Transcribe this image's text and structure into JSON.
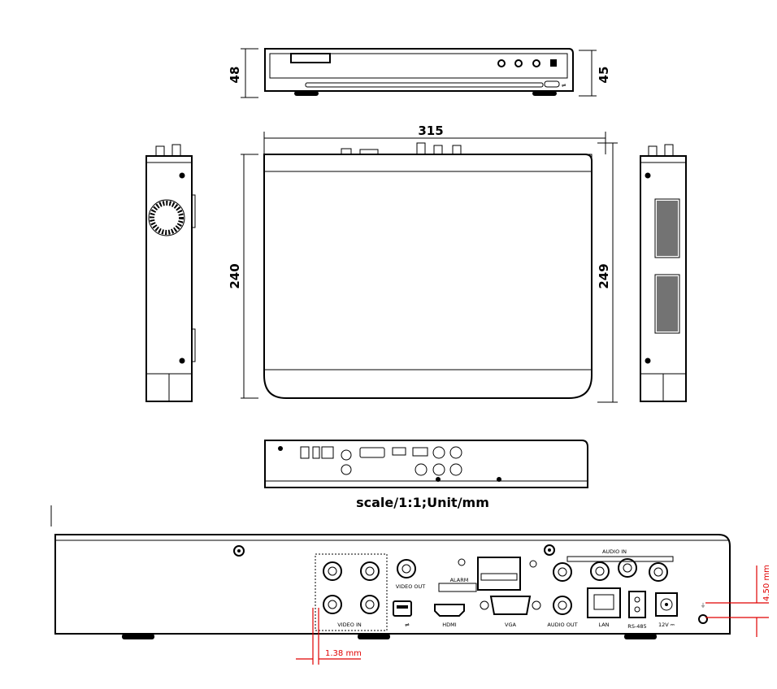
{
  "dimensions": {
    "front_height_left": "48",
    "front_height_right": "45",
    "width": "315",
    "depth_left": "240",
    "depth_right": "249"
  },
  "caption": "scale/1:1;Unit/mm",
  "rear_panel": {
    "labels": {
      "video_in": "VIDEO IN",
      "video_out": "VIDEO OUT",
      "alarm": "ALARM",
      "hdmi": "HDMI",
      "vga": "VGA",
      "audio_in": "AUDIO IN",
      "audio_out": "AUDIO OUT",
      "lan": "LAN",
      "rs485": "RS-485",
      "power": "12V ⎓"
    },
    "measurements": {
      "bnc_gap": "1.38 mm",
      "ground_offset": "4.50 mm"
    }
  },
  "colors": {
    "line": "#000000",
    "measure": "#e00000"
  }
}
